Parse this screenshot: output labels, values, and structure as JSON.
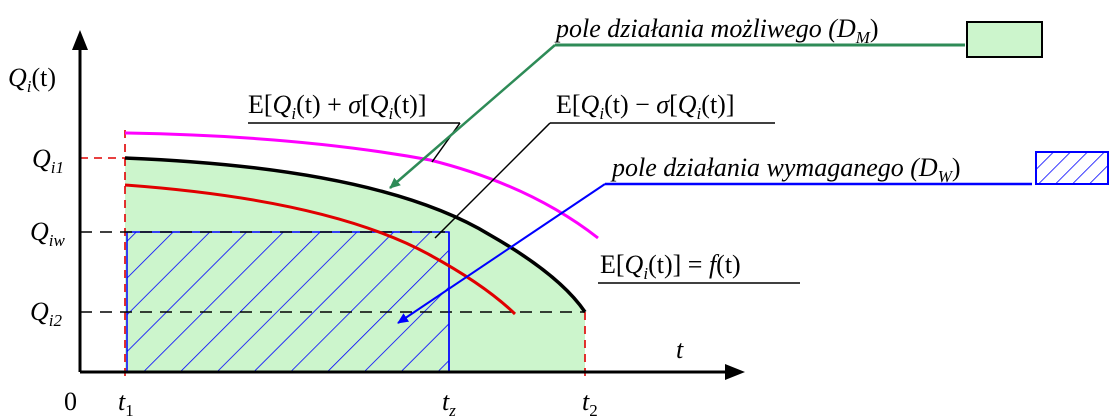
{
  "axes": {
    "y_label": {
      "main": "Q",
      "sub": "i",
      "tail": "(t)"
    },
    "x_label": "t",
    "origin": "0",
    "y_ticks": [
      {
        "main": "Q",
        "sub": "i1"
      },
      {
        "main": "Q",
        "sub": "iw"
      },
      {
        "main": "Q",
        "sub": "i2"
      }
    ],
    "x_ticks": [
      {
        "main": "t",
        "sub": "1"
      },
      {
        "main": "t",
        "sub": "z"
      },
      {
        "main": "t",
        "sub": "2"
      }
    ]
  },
  "curves": {
    "upper": {
      "label": {
        "a": "E[",
        "q": "Q",
        "s": "i",
        "b": "(t) + ",
        "sig": "σ",
        "c": "[",
        "q2": "Q",
        "s2": "i",
        "d": "(t)]"
      },
      "color": "#ff00ff"
    },
    "lower": {
      "label": {
        "a": "E[",
        "q": "Q",
        "s": "i",
        "b": "(t) − ",
        "sig": "σ",
        "c": "[",
        "q2": "Q",
        "s2": "i",
        "d": "(t)]"
      },
      "color": "#e00000"
    },
    "expected": {
      "label": {
        "a": "E[",
        "q": "Q",
        "s": "i",
        "b": "(t)] = ",
        "f": "f",
        "c": "(t)"
      },
      "color": "#000000"
    }
  },
  "regions": {
    "possible": {
      "text": "pole działania możliwego (",
      "sym": "D",
      "sub": "M",
      "close": ")",
      "fill": "#ccf5cc",
      "pointer_color": "#2e8b57"
    },
    "required": {
      "text": "pole działania wymaganego (",
      "sym": "D",
      "sub": "W",
      "close": ")",
      "hatch_color": "#0000ff",
      "pointer_color": "#0000ff"
    }
  }
}
